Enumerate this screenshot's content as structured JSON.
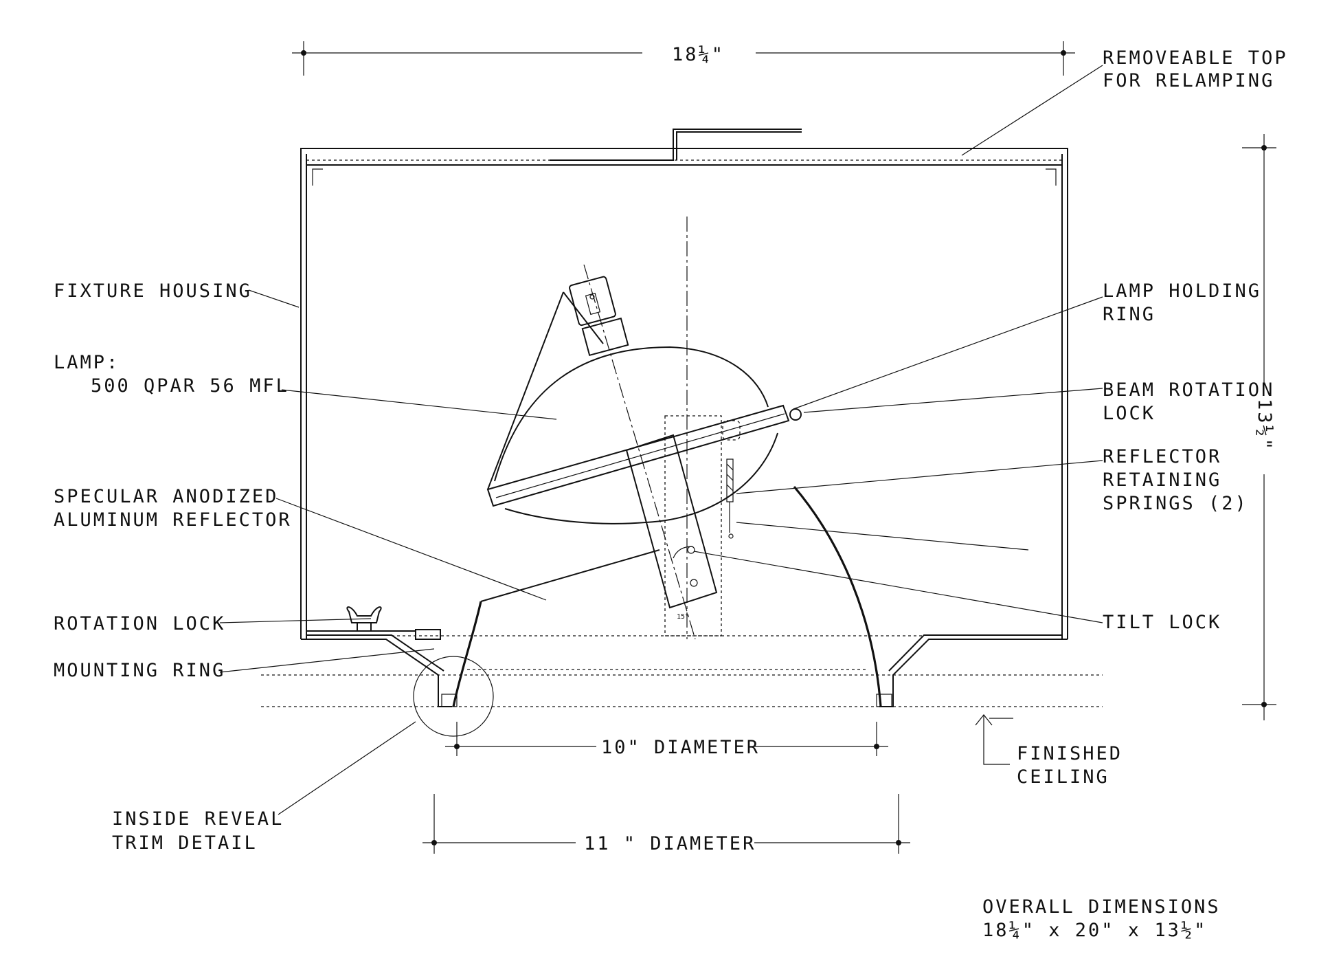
{
  "dimensions": {
    "overall_width": "18¼\"",
    "height": "13½\"",
    "inner_diameter": "10\" DIAMETER",
    "outer_diameter": "11 \" DIAMETER"
  },
  "labels": {
    "removeable_top": [
      "REMOVEABLE TOP",
      "FOR RELAMPING"
    ],
    "fixture_housing": [
      "FIXTURE HOUSING"
    ],
    "lamp": [
      "LAMP:",
      "500 QPAR 56 MFL"
    ],
    "reflector": [
      "SPECULAR ANODIZED",
      "ALUMINUM REFLECTOR"
    ],
    "rotation_lock": [
      "ROTATION LOCK"
    ],
    "mounting_ring": [
      "MOUNTING RING"
    ],
    "inside_reveal": [
      "INSIDE REVEAL",
      "TRIM DETAIL"
    ],
    "lamp_holding_ring": [
      "LAMP HOLDING",
      "RING"
    ],
    "beam_rotation_lock": [
      "BEAM ROTATION",
      "LOCK"
    ],
    "retaining_springs": [
      "REFLECTOR",
      "RETAINING",
      "SPRINGS (2)"
    ],
    "tilt_lock": [
      "TILT LOCK"
    ],
    "finished_ceiling": [
      "FINISHED",
      "CEILING"
    ],
    "overall_dimensions": [
      "OVERALL DIMENSIONS",
      "18¼\" x 20\" x 13½\""
    ],
    "tilt_angle": "15°"
  }
}
